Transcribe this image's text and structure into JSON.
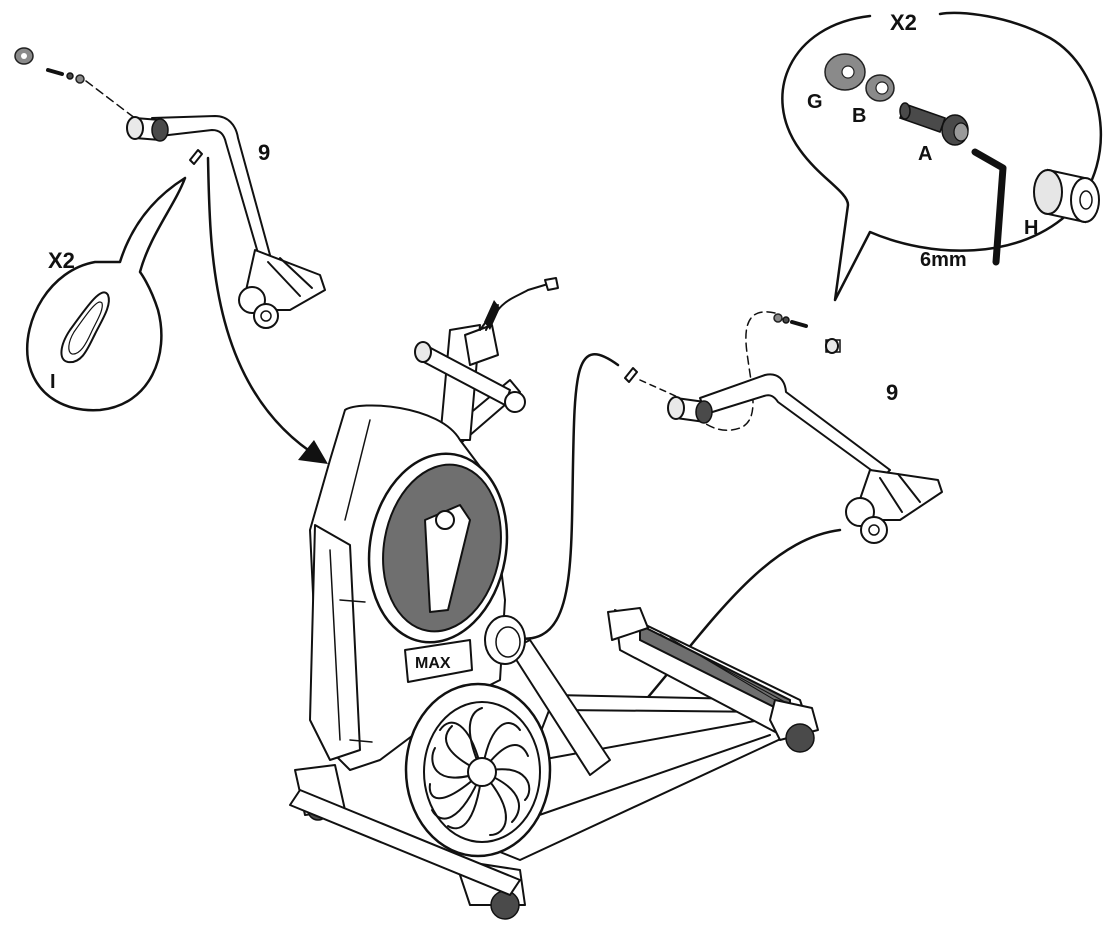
{
  "labels": {
    "qty_top_right": "X2",
    "qty_left": "X2",
    "part_g": "G",
    "part_b": "B",
    "part_a": "A",
    "part_h": "H",
    "tool_size": "6mm",
    "part_i": "I",
    "arm_left": "9",
    "arm_right": "9",
    "logo_text": "MAX"
  }
}
